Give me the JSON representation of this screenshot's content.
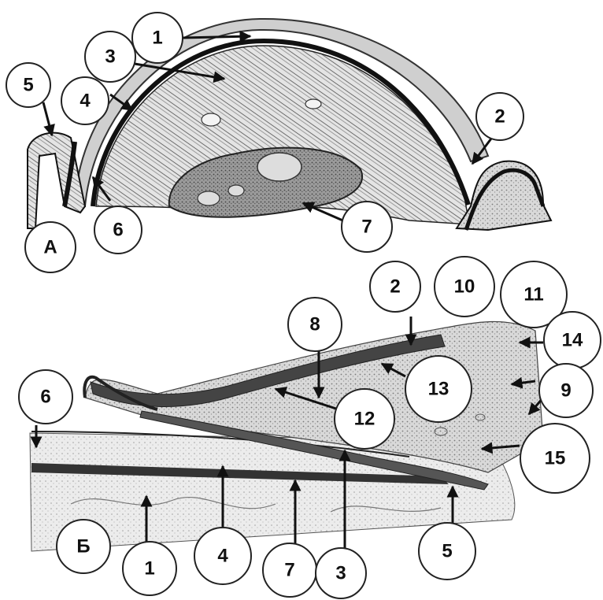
{
  "panels": [
    {
      "id": "A",
      "label": "А"
    },
    {
      "id": "B",
      "label": "Б"
    }
  ],
  "callouts_A": [
    "1",
    "2",
    "3",
    "4",
    "5",
    "6",
    "7"
  ],
  "callouts_B": [
    "1",
    "2",
    "3",
    "4",
    "5",
    "6",
    "7",
    "8",
    "9",
    "10",
    "11",
    "12",
    "13",
    "14",
    "15"
  ]
}
